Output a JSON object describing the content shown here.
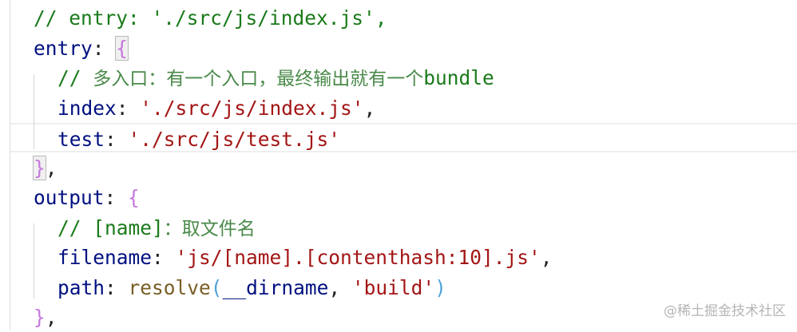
{
  "editor": {
    "language": "javascript",
    "current_line_index": 4,
    "lines": [
      {
        "indent": 0,
        "tokens": [
          {
            "t": "comment",
            "v": "// entry: './src/js/index.js',"
          }
        ]
      },
      {
        "indent": 0,
        "tokens": [
          {
            "t": "key",
            "v": "entry"
          },
          {
            "t": "punct",
            "v": ": "
          },
          {
            "t": "brace-match",
            "v": "{"
          }
        ]
      },
      {
        "indent": 1,
        "tokens": [
          {
            "t": "comment",
            "v": "// "
          },
          {
            "t": "comment-cjk",
            "v": "多入口：有一个入口，最终输出就有一个"
          },
          {
            "t": "comment",
            "v": "bundle"
          }
        ]
      },
      {
        "indent": 1,
        "tokens": [
          {
            "t": "key",
            "v": "index"
          },
          {
            "t": "punct",
            "v": ": "
          },
          {
            "t": "str",
            "v": "'./src/js/index.js'"
          },
          {
            "t": "punct",
            "v": ","
          }
        ]
      },
      {
        "indent": 1,
        "tokens": [
          {
            "t": "key",
            "v": "test"
          },
          {
            "t": "punct",
            "v": ": "
          },
          {
            "t": "str",
            "v": "'./src/js/test.js'"
          }
        ]
      },
      {
        "indent": 0,
        "tokens": [
          {
            "t": "brace-match",
            "v": "}"
          },
          {
            "t": "punct",
            "v": ","
          }
        ]
      },
      {
        "indent": 0,
        "tokens": [
          {
            "t": "key",
            "v": "output"
          },
          {
            "t": "punct",
            "v": ": "
          },
          {
            "t": "brace",
            "v": "{"
          }
        ]
      },
      {
        "indent": 1,
        "tokens": [
          {
            "t": "comment",
            "v": "// [name]"
          },
          {
            "t": "comment-cjk",
            "v": "：取文件名"
          }
        ]
      },
      {
        "indent": 1,
        "tokens": [
          {
            "t": "key",
            "v": "filename"
          },
          {
            "t": "punct",
            "v": ": "
          },
          {
            "t": "str",
            "v": "'js/[name].[contenthash:10].js'"
          },
          {
            "t": "punct",
            "v": ","
          }
        ]
      },
      {
        "indent": 1,
        "tokens": [
          {
            "t": "key",
            "v": "path"
          },
          {
            "t": "punct",
            "v": ": "
          },
          {
            "t": "func",
            "v": "resolve"
          },
          {
            "t": "brace-blue",
            "v": "("
          },
          {
            "t": "var",
            "v": "__dirname"
          },
          {
            "t": "punct",
            "v": ", "
          },
          {
            "t": "str",
            "v": "'build'"
          },
          {
            "t": "brace-blue",
            "v": ")"
          }
        ]
      },
      {
        "indent": 0,
        "tokens": [
          {
            "t": "brace",
            "v": "}"
          },
          {
            "t": "punct",
            "v": ","
          }
        ]
      }
    ]
  },
  "watermark": {
    "text": "@稀土掘金技术社区"
  },
  "colors": {
    "comment": "#1a7a1a",
    "key": "#001080",
    "string": "#a31515",
    "brace": "#c678dd",
    "paren": "#4fa3d9",
    "function": "#795e26",
    "current_line_border": "#eeeeee",
    "gutter_line": "#dcdcdc"
  }
}
